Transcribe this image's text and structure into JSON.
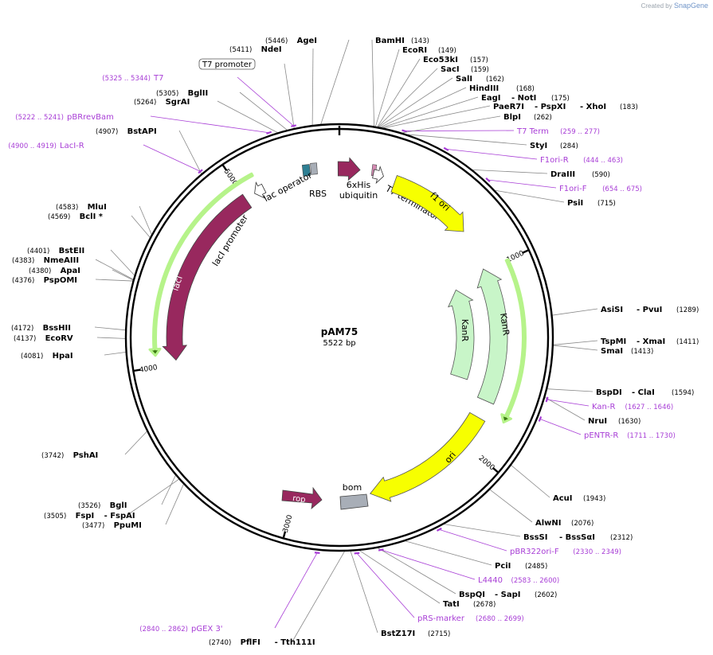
{
  "watermark": {
    "prefix": "Created by",
    "brand": "SnapGene"
  },
  "plasmid": {
    "name": "pAM75",
    "length": "5522 bp"
  },
  "colors": {
    "enzyme": "#000000",
    "primer": "#a83ed6",
    "feature_line": "#888888",
    "lacI": "#98285e",
    "kanR": "#c8f5c8",
    "ori": "#f7ff00",
    "bom": "#a8aeb7",
    "neighbor_highlight": "#b6f38a"
  },
  "tick_labels": [
    {
      "pos": 1000,
      "label": "1000"
    },
    {
      "pos": 2000,
      "label": "2000"
    },
    {
      "pos": 3000,
      "label": "3000"
    },
    {
      "pos": 4000,
      "label": "4000"
    },
    {
      "pos": 5000,
      "label": "5000"
    }
  ],
  "features": [
    {
      "name": "lacI",
      "label": "lacI",
      "type": "cds"
    },
    {
      "name": "lacI-promoter",
      "label": "lacI promoter",
      "type": "promoter"
    },
    {
      "name": "lac-operator",
      "label": "lac operator",
      "type": "misc"
    },
    {
      "name": "rbs",
      "label": "RBS",
      "type": "misc"
    },
    {
      "name": "ubiquitin",
      "label": "ubiquitin",
      "type": "cds"
    },
    {
      "name": "6xhis",
      "label": "6xHis",
      "type": "tag"
    },
    {
      "name": "t7-terminator",
      "label": "T7 terminator",
      "type": "terminator"
    },
    {
      "name": "f1-ori",
      "label": "f1 ori",
      "type": "ori"
    },
    {
      "name": "kanr-outer",
      "label": "KanR",
      "type": "cds"
    },
    {
      "name": "kanr-inner",
      "label": "KanR",
      "type": "cds"
    },
    {
      "name": "ori",
      "label": "ori",
      "type": "ori"
    },
    {
      "name": "rop",
      "label": "rop",
      "type": "cds"
    },
    {
      "name": "bom",
      "label": "bom",
      "type": "misc"
    }
  ],
  "sites": [
    {
      "id": "agei",
      "num": "(5446)",
      "name": "AgeI",
      "pname": ""
    },
    {
      "id": "ndei",
      "num": "(5411)",
      "name": "NdeI",
      "pname": ""
    },
    {
      "id": "t7prom",
      "num": "",
      "name": "T7 promoter",
      "pname": ""
    },
    {
      "id": "t7",
      "num": "(5325 .. 5344)",
      "name": "T7",
      "pname": ""
    },
    {
      "id": "bglii",
      "num": "(5305)",
      "name": "BglII",
      "pname": ""
    },
    {
      "id": "sgrai",
      "num": "(5264)",
      "name": "SgrAI",
      "pname": ""
    },
    {
      "id": "pbrrevbam",
      "num": "(5222 .. 5241)",
      "name": "pBRrevBam",
      "pname": ""
    },
    {
      "id": "bstapi",
      "num": "(4907)",
      "name": "BstAPI",
      "pname": ""
    },
    {
      "id": "laci-r",
      "num": "(4900 .. 4919)",
      "name": "LacI-R",
      "pname": ""
    },
    {
      "id": "mlui",
      "num": "(4583)",
      "name": "MluI",
      "pname": ""
    },
    {
      "id": "bcli",
      "num": "(4569)",
      "name": "BclI *",
      "pname": ""
    },
    {
      "id": "bsteii",
      "num": "(4401)",
      "name": "BstEII",
      "pname": ""
    },
    {
      "id": "nmeaiii",
      "num": "(4383)",
      "name": "NmeAIII",
      "pname": ""
    },
    {
      "id": "apai",
      "num": "(4380)",
      "name": "ApaI",
      "pname": ""
    },
    {
      "id": "pspomi",
      "num": "(4376)",
      "name": "PspOMI",
      "pname": ""
    },
    {
      "id": "bsshii",
      "num": "(4172)",
      "name": "BssHII",
      "pname": ""
    },
    {
      "id": "ecorv",
      "num": "(4137)",
      "name": "EcoRV",
      "pname": ""
    },
    {
      "id": "hpai",
      "num": "(4081)",
      "name": "HpaI",
      "pname": ""
    },
    {
      "id": "pshai",
      "num": "(3742)",
      "name": "PshAI",
      "pname": ""
    },
    {
      "id": "bgli",
      "num": "(3526)",
      "name": "BglI",
      "pname": ""
    },
    {
      "id": "fspi",
      "num": "(3505)",
      "name": "FspI",
      "pname": "FspAI"
    },
    {
      "id": "ppumi",
      "num": "(3477)",
      "name": "PpuMI",
      "pname": ""
    },
    {
      "id": "pgex3",
      "num": "(2840 .. 2862)",
      "name": "pGEX 3'",
      "pname": ""
    },
    {
      "id": "pflfi",
      "num": "(2740)",
      "name": "PflFI",
      "pname": "Tth111I"
    },
    {
      "id": "bstz17i",
      "num": "(2715)",
      "name": "BstZ17I",
      "pname": ""
    },
    {
      "id": "rs-marker",
      "num": "(2680 .. 2699)",
      "name": "pRS-marker",
      "pname": ""
    },
    {
      "id": "tati",
      "num": "(2678)",
      "name": "TatI",
      "pname": ""
    },
    {
      "id": "bspqi",
      "num": "(2602)",
      "name": "BspQI",
      "pname": "SapI"
    },
    {
      "id": "l4440",
      "num": "(2583 .. 2600)",
      "name": "L4440",
      "pname": ""
    },
    {
      "id": "pcii",
      "num": "(2485)",
      "name": "PciI",
      "pname": ""
    },
    {
      "id": "pbr322ori",
      "num": "(2330 .. 2349)",
      "name": "pBR322ori-F",
      "pname": ""
    },
    {
      "id": "bsssi",
      "num": "(2312)",
      "name": "BssSI",
      "pname": "BssSαI"
    },
    {
      "id": "alwni",
      "num": "(2076)",
      "name": "AlwNI",
      "pname": ""
    },
    {
      "id": "acui",
      "num": "(1943)",
      "name": "AcuI",
      "pname": ""
    },
    {
      "id": "pentr-r",
      "num": "(1711 .. 1730)",
      "name": "pENTR-R",
      "pname": ""
    },
    {
      "id": "nrui",
      "num": "(1630)",
      "name": "NruI",
      "pname": ""
    },
    {
      "id": "kan-r",
      "num": "(1627 .. 1646)",
      "name": "Kan-R",
      "pname": ""
    },
    {
      "id": "bspdi",
      "num": "(1594)",
      "name": "BspDI",
      "pname": "ClaI"
    },
    {
      "id": "smai",
      "num": "(1413)",
      "name": "SmaI",
      "pname": ""
    },
    {
      "id": "tspmi",
      "num": "(1411)",
      "name": "TspMI",
      "pname": "XmaI"
    },
    {
      "id": "asisi",
      "num": "(1289)",
      "name": "AsiSI",
      "pname": "PvuI"
    },
    {
      "id": "psii",
      "num": "(715)",
      "name": "PsiI",
      "pname": ""
    },
    {
      "id": "f1ori-f",
      "num": "(654 .. 675)",
      "name": "F1ori-F",
      "pname": ""
    },
    {
      "id": "draiii",
      "num": "(590)",
      "name": "DraIII",
      "pname": ""
    },
    {
      "id": "f1ori-r",
      "num": "(444 .. 463)",
      "name": "F1ori-R",
      "pname": ""
    },
    {
      "id": "styi",
      "num": "(284)",
      "name": "StyI",
      "pname": ""
    },
    {
      "id": "t7term",
      "num": "(259 .. 277)",
      "name": "T7 Term",
      "pname": ""
    },
    {
      "id": "blpi",
      "num": "(262)",
      "name": "BlpI",
      "pname": ""
    },
    {
      "id": "paer7i",
      "num": "(183)",
      "name": "PaeR7I",
      "pname": "PspXI",
      "pname2": "XhoI"
    },
    {
      "id": "eagi",
      "num": "(175)",
      "name": "EagI",
      "pname": "NotI"
    },
    {
      "id": "hindiii",
      "num": "(168)",
      "name": "HindIII",
      "pname": ""
    },
    {
      "id": "sali",
      "num": "(162)",
      "name": "SalI",
      "pname": ""
    },
    {
      "id": "saci",
      "num": "(159)",
      "name": "SacI",
      "pname": ""
    },
    {
      "id": "eco53ki",
      "num": "(157)",
      "name": "Eco53kI",
      "pname": ""
    },
    {
      "id": "ecori",
      "num": "(149)",
      "name": "EcoRI",
      "pname": ""
    },
    {
      "id": "bamhi",
      "num": "(143)",
      "name": "BamHI",
      "pname": ""
    }
  ]
}
